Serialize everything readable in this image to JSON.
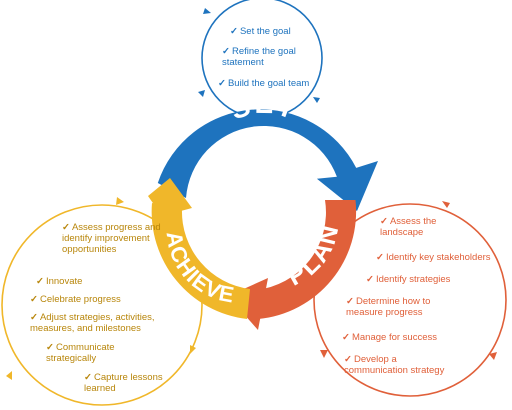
{
  "colors": {
    "set": "#1e73be",
    "plan": "#e0603a",
    "achieve": "#f0b72a",
    "text_set": "#1e73be",
    "text_plan": "#e0603a",
    "text_achieve": "#b8860b"
  },
  "check_mark": "✓",
  "set": {
    "label": "SET",
    "items": [
      "Set the goal",
      "Refine the goal statement",
      "Build the goal team"
    ]
  },
  "plan": {
    "label": "PLAN",
    "items": [
      "Assess the landscape",
      "Identify key stakeholders",
      "Identify strategies",
      "Determine how to measure progress",
      "Manage for success",
      "Develop a communication strategy"
    ]
  },
  "achieve": {
    "label": "ACHIEVE",
    "items": [
      "Assess progress and identify improvement opportunities",
      "Innovate",
      "Celebrate progress",
      "Adjust strategies, activities, measures, and milestones",
      "Communicate strategically",
      "Capture lessons learned"
    ]
  }
}
